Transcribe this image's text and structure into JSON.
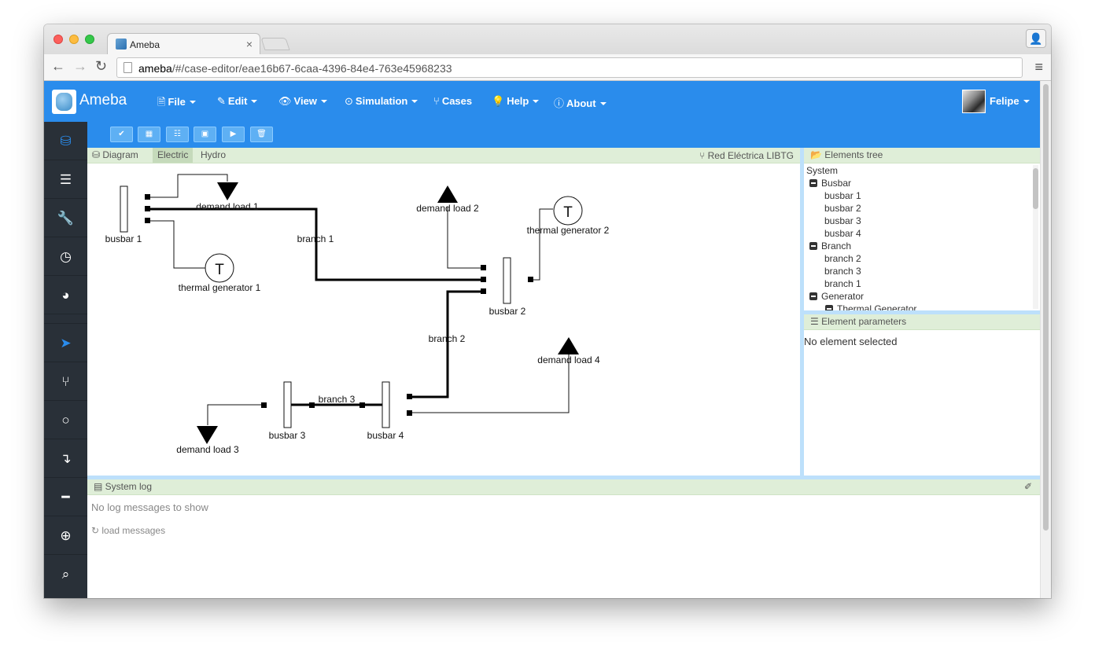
{
  "browser": {
    "tab_title": "Ameba",
    "tab_close": "×",
    "url_host": "ameba",
    "url_path": "/#/case-editor/eae16b67-6caa-4396-84e4-763e45968233"
  },
  "app": {
    "brand": "Ameba",
    "menu": [
      {
        "icon": "🗎",
        "label": "File"
      },
      {
        "icon": "✎",
        "label": "Edit"
      },
      {
        "icon": "👁",
        "label": "View"
      },
      {
        "icon": "⊙",
        "label": "Simulation"
      },
      {
        "icon": "⑂",
        "label": "Cases"
      },
      {
        "icon": "💡",
        "label": "Help"
      },
      {
        "icon": "ⓘ",
        "label": "About"
      }
    ],
    "user": "Felipe"
  },
  "diagram": {
    "title": "Diagram",
    "tabs": [
      "Electric",
      "Hydro"
    ],
    "active_tab": "Electric",
    "case_name": "Red Eléctrica LIBTG",
    "labels": {
      "busbar1": "busbar 1",
      "busbar2": "busbar 2",
      "busbar3": "busbar 3",
      "busbar4": "busbar 4",
      "branch1": "branch 1",
      "branch2": "branch 2",
      "branch3": "branch 3",
      "demand1": "demand load 1",
      "demand2": "demand load 2",
      "demand3": "demand load 3",
      "demand4": "demand load 4",
      "thermal1": "thermal generator 1",
      "thermal2": "thermal generator 2",
      "thermal_symbol": "T"
    }
  },
  "tree": {
    "title": "Elements tree",
    "root": "System",
    "groups": [
      {
        "label": "Busbar",
        "items": [
          "busbar 1",
          "busbar 2",
          "busbar 3",
          "busbar 4"
        ]
      },
      {
        "label": "Branch",
        "items": [
          "branch 2",
          "branch 3",
          "branch 1"
        ]
      },
      {
        "label": "Generator",
        "items": [
          "Thermal Generator"
        ]
      }
    ]
  },
  "params": {
    "title": "Element parameters",
    "empty": "No element selected"
  },
  "log": {
    "title": "System log",
    "empty": "No log messages to show",
    "load": "load messages"
  },
  "colors": {
    "primary": "#2a8cec",
    "sidebar": "#293038",
    "panel_header": "#dfeed8",
    "splitter": "#bde0fb"
  }
}
